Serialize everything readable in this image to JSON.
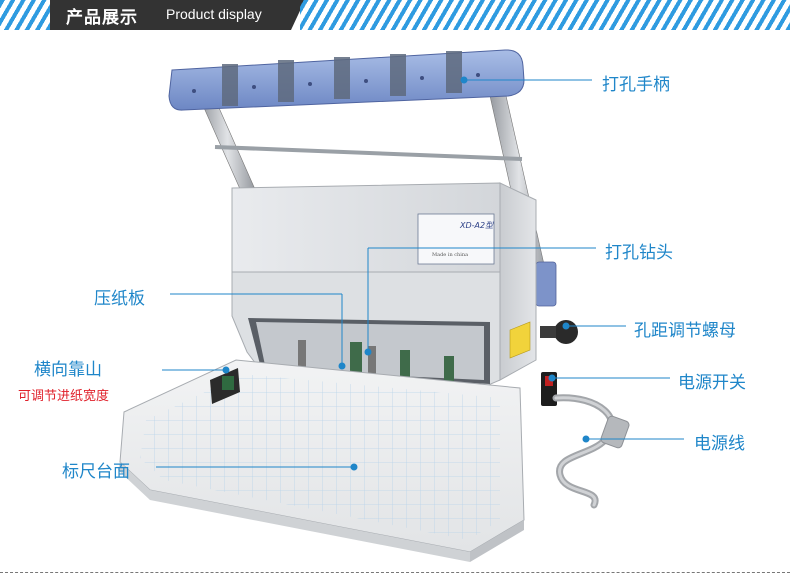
{
  "banner": {
    "title_cn": "产品展示",
    "title_en": "Product display",
    "accent_color": "#2f9be0"
  },
  "product": {
    "model_plate": "XD-A2型",
    "made_in": "Made in china"
  },
  "callouts": {
    "handle": "打孔手柄",
    "drill_bit": "打孔钻头",
    "pressure_plate": "压纸板",
    "spacing_nut": "孔距调节螺母",
    "side_guide": "横向靠山",
    "side_guide_note": "可调节进纸宽度",
    "power_switch": "电源开关",
    "ruler_table": "标尺台面",
    "power_cord": "电源线"
  },
  "colors": {
    "label": "#1f86c9",
    "note": "#e0202a"
  }
}
